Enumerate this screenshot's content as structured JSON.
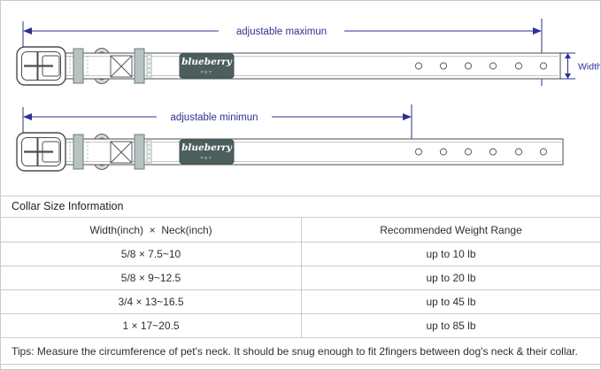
{
  "diagram": {
    "max_label": "adjustable maximun",
    "min_label": "adjustable minimun",
    "width_label": "Width",
    "accent_color": "#2e3192",
    "brand_badge": {
      "name": "blueberry",
      "sub": "PET",
      "bg_color": "#4c5e5e"
    },
    "holes_per_collar": 6,
    "keeper_color": "#b7c3c2"
  },
  "size_table": {
    "title": "Collar Size Information",
    "col_headers": [
      "Width(inch)  ×  Neck(inch)",
      "Recommended Weight Range"
    ],
    "rows": [
      {
        "size": "5/8 × 7.5~10",
        "weight": "up to 10 lb"
      },
      {
        "size": "5/8 × 9~12.5",
        "weight": "up to 20 lb"
      },
      {
        "size": "3/4 × 13~16.5",
        "weight": "up to 45 lb"
      },
      {
        "size": "1 × 17~20.5",
        "weight": "up to 85 lb"
      }
    ],
    "tips": "Tips: Measure the circumference of pet's neck. It should be snug enough to fit 2fingers between dog's neck & their collar."
  }
}
